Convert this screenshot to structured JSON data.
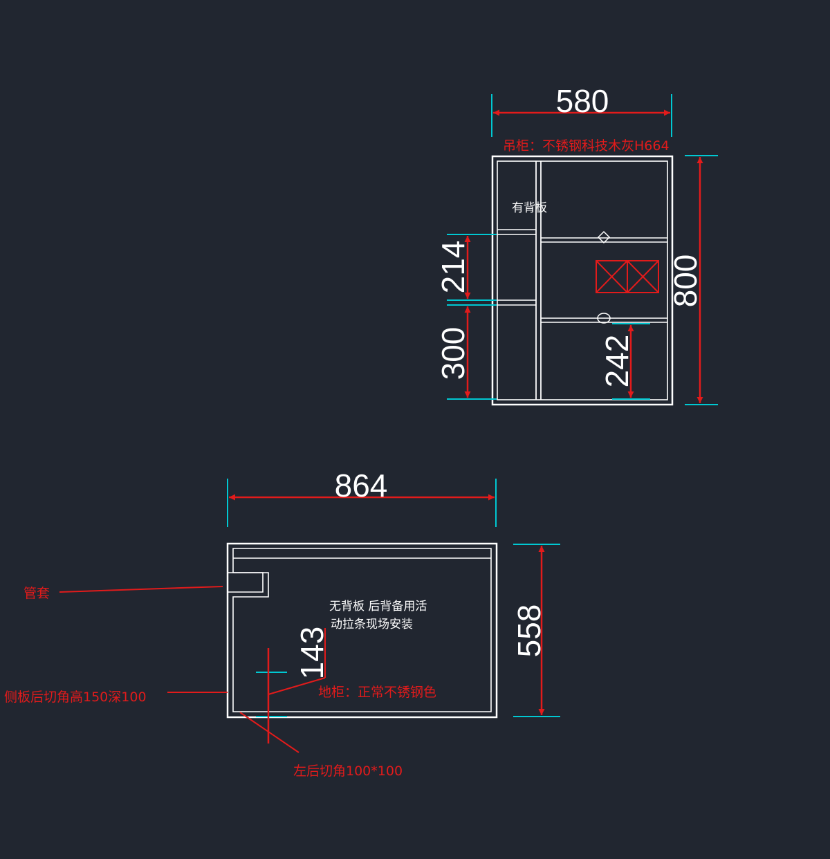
{
  "colors": {
    "background": "#212630",
    "outline": "#ffffff",
    "dimension": "#e21b1b",
    "extension": "#00c8d2",
    "annotation": "#e21b1b"
  },
  "wall_cabinet": {
    "width_dim": "580",
    "height_dim": "800",
    "dim_214": "214",
    "dim_300": "300",
    "dim_242": "242",
    "spec": "吊柜：不锈钢科技木灰H664",
    "note_back": "有背板"
  },
  "base_cabinet": {
    "width_dim": "864",
    "depth_dim": "558",
    "dim_143": "143",
    "note_line1": "无背板 后背备用活",
    "note_line2": "动拉条现场安装",
    "spec": "地柜：正常不锈钢色",
    "label_pipe": "管套",
    "label_side": "侧板后切角高150深100",
    "label_corner": "左后切角100*100"
  }
}
